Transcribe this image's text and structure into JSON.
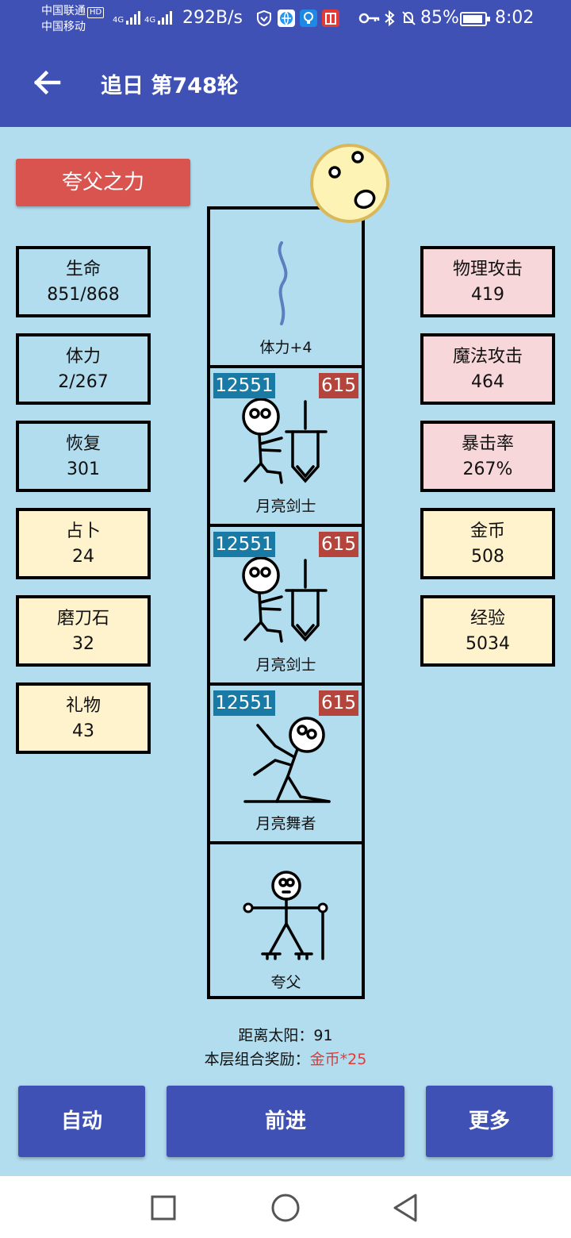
{
  "status_bar": {
    "carrier1": "中国联通",
    "carrier2": "中国移动",
    "hd": "HD",
    "net1": "4G",
    "net2": "4G",
    "speed": "292B/s",
    "battery": "85%",
    "time": "8:02"
  },
  "app_bar": {
    "title": "追日 第748轮"
  },
  "power_button": "夸父之力",
  "left_stats": [
    {
      "label": "生命",
      "value": "851/868",
      "style": "blue"
    },
    {
      "label": "体力",
      "value": "2/267",
      "style": "blue"
    },
    {
      "label": "恢复",
      "value": "301",
      "style": "blue"
    },
    {
      "label": "占卜",
      "value": "24",
      "style": "yellow"
    },
    {
      "label": "磨刀石",
      "value": "32",
      "style": "yellow"
    },
    {
      "label": "礼物",
      "value": "43",
      "style": "yellow"
    }
  ],
  "right_stats": [
    {
      "label": "物理攻击",
      "value": "419",
      "style": "pink"
    },
    {
      "label": "魔法攻击",
      "value": "464",
      "style": "pink"
    },
    {
      "label": "暴击率",
      "value": "267%",
      "style": "pink"
    },
    {
      "label": "金币",
      "value": "508",
      "style": "yellow"
    },
    {
      "label": "经验",
      "value": "5034",
      "style": "yellow"
    }
  ],
  "tower": {
    "cells": [
      {
        "type": "item",
        "label": "体力+4"
      },
      {
        "type": "enemy",
        "label": "月亮剑士",
        "hp": "12551",
        "atk": "615"
      },
      {
        "type": "enemy",
        "label": "月亮剑士",
        "hp": "12551",
        "atk": "615"
      },
      {
        "type": "enemy",
        "label": "月亮舞者",
        "hp": "12551",
        "atk": "615"
      },
      {
        "type": "player",
        "label": "夸父"
      }
    ]
  },
  "info": {
    "distance_label": "距离太阳：",
    "distance_value": "91",
    "reward_label": "本层组合奖励：",
    "reward_value": "金币*25"
  },
  "actions": {
    "auto": "自动",
    "forward": "前进",
    "more": "更多"
  },
  "colors": {
    "primary": "#3f51b5",
    "background": "#b2ddef",
    "danger": "#d9534f",
    "hp_badge": "#1a7aa6",
    "atk_badge": "#b5443c"
  }
}
